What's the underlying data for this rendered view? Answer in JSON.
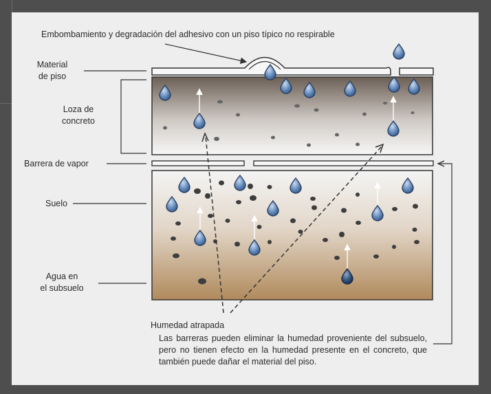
{
  "labels": {
    "top_annotation": "Embombamiento y degradación del adhesivo con un piso típico no respirable",
    "floor_material": "Material\nde piso",
    "concrete_slab": "Loza de\nconcreto",
    "vapor_barrier": "Barrera de vapor",
    "soil": "Suelo",
    "groundwater": "Agua en\nel subsuelo",
    "trapped_moisture": "Humedad atrapada",
    "caption": "Las barreras pueden eliminar la humedad proveniente del subsuelo, pero no tienen efecto en la humedad presente en el concreto, que también puede dañar el material del piso."
  },
  "colors": {
    "background": "#4e4e4e",
    "panel": "#eeeeee",
    "concrete_dark": "#6b5f55",
    "soil_top": "#f2f2f2",
    "soil_bottom": "#b08a5c",
    "droplet": "#5f86b8",
    "stone": "#444444",
    "line": "#333333"
  }
}
